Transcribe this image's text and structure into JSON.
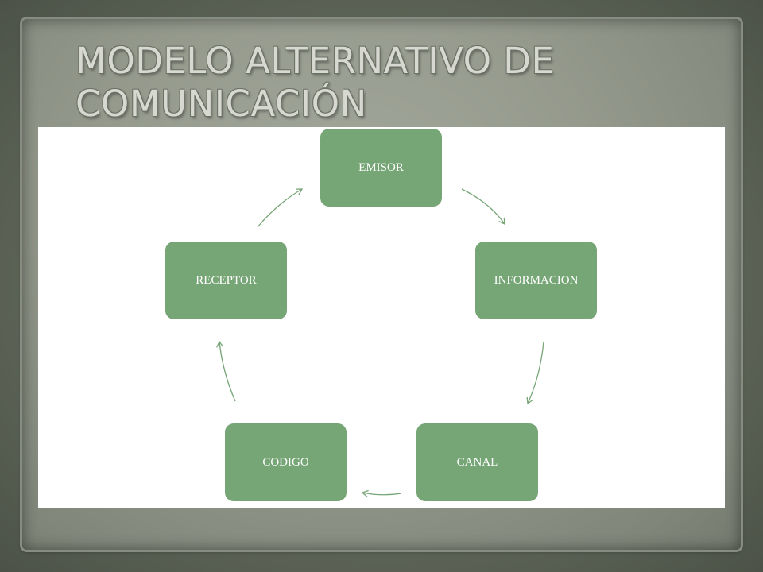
{
  "slide": {
    "title_line1": "MODELO ALTERNATIVO DE",
    "title_line2": "COMUNICACIÓN"
  },
  "diagram": {
    "type": "cycle",
    "nodes": [
      {
        "id": "emisor",
        "label": "EMISOR"
      },
      {
        "id": "informacion",
        "label": "INFORMACION"
      },
      {
        "id": "canal",
        "label": "CANAL"
      },
      {
        "id": "codigo",
        "label": "CODIGO"
      },
      {
        "id": "receptor",
        "label": "RECEPTOR"
      }
    ],
    "edges": [
      {
        "from": "emisor",
        "to": "informacion"
      },
      {
        "from": "informacion",
        "to": "canal"
      },
      {
        "from": "canal",
        "to": "codigo"
      },
      {
        "from": "codigo",
        "to": "receptor"
      },
      {
        "from": "receptor",
        "to": "emisor"
      }
    ],
    "colors": {
      "node_fill": "#76a576",
      "node_text": "#ffffff",
      "arrow": "#76a576"
    }
  }
}
